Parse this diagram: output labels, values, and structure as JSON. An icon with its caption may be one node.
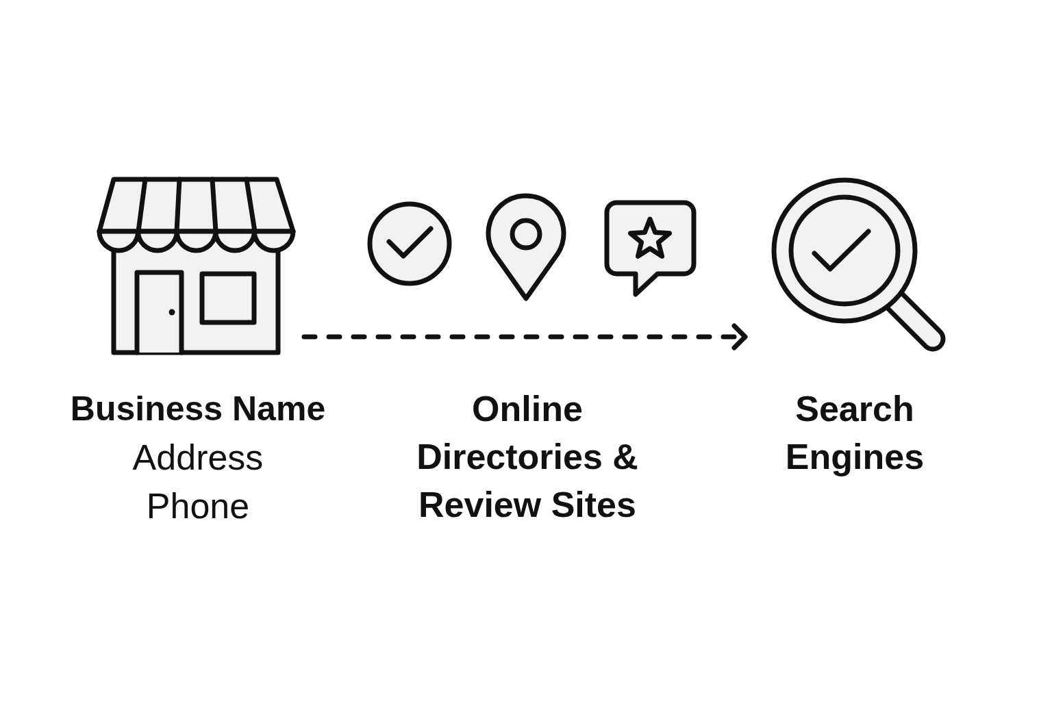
{
  "diagram": {
    "nodes": [
      {
        "text": [],
        "shape": "picture",
        "beside": [
          "Business Name",
          "Address",
          "Phone"
        ]
      },
      {
        "text": [],
        "shape": "picture"
      },
      {
        "text": [],
        "shape": "picture"
      },
      {
        "text": [],
        "shape": "picture"
      },
      {
        "text": [],
        "shape": "picture",
        "beside": [
          "Search Engines"
        ]
      }
    ],
    "edges": [
      {
        "from": 0,
        "to": 4,
        "arrow": "to",
        "style": "dashed"
      }
    ],
    "labels": [
      "Online Directories & Review Sites"
    ]
  }
}
